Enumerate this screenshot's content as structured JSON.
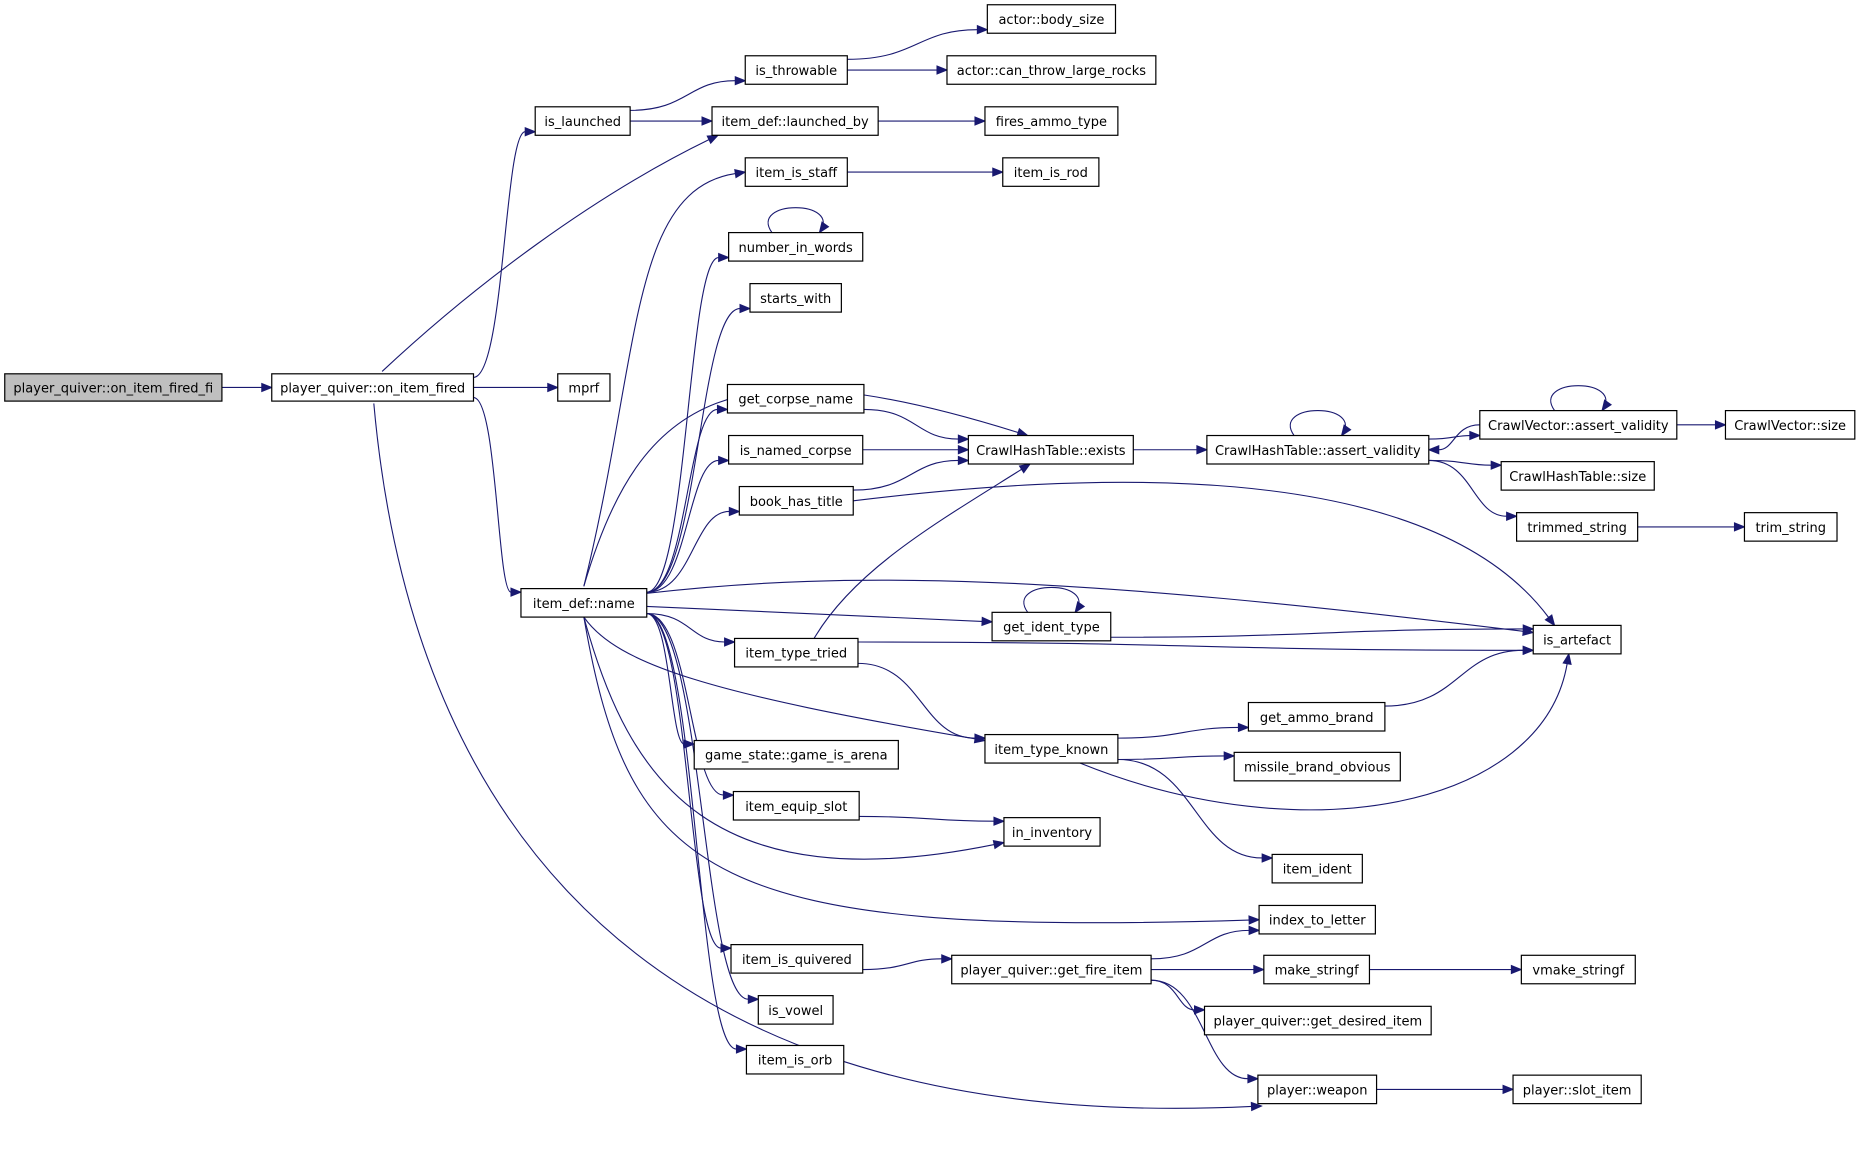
{
  "graph": {
    "nodes": [
      {
        "id": "root",
        "label": "player_quiver::on_item_fired_fi"
      },
      {
        "id": "on_item_fired",
        "label": "player_quiver::on_item_fired"
      },
      {
        "id": "mprf",
        "label": "mprf"
      },
      {
        "id": "is_launched",
        "label": "is_launched"
      },
      {
        "id": "is_throwable",
        "label": "is_throwable"
      },
      {
        "id": "body_size",
        "label": "actor::body_size"
      },
      {
        "id": "can_throw",
        "label": "actor::can_throw_large_rocks"
      },
      {
        "id": "launched_by",
        "label": "item_def::launched_by"
      },
      {
        "id": "fires_ammo",
        "label": "fires_ammo_type"
      },
      {
        "id": "item_is_staff",
        "label": "item_is_staff"
      },
      {
        "id": "item_is_rod",
        "label": "item_is_rod"
      },
      {
        "id": "number_in_words",
        "label": "number_in_words"
      },
      {
        "id": "starts_with",
        "label": "starts_with"
      },
      {
        "id": "get_corpse_name",
        "label": "get_corpse_name"
      },
      {
        "id": "is_named_corpse",
        "label": "is_named_corpse"
      },
      {
        "id": "book_has_title",
        "label": "book_has_title"
      },
      {
        "id": "hash_exists",
        "label": "CrawlHashTable::exists"
      },
      {
        "id": "hash_assert",
        "label": "CrawlHashTable::assert_validity"
      },
      {
        "id": "vec_assert",
        "label": "CrawlVector::assert_validity"
      },
      {
        "id": "vec_size",
        "label": "CrawlVector::size"
      },
      {
        "id": "hash_size",
        "label": "CrawlHashTable::size"
      },
      {
        "id": "trimmed_string",
        "label": "trimmed_string"
      },
      {
        "id": "trim_string",
        "label": "trim_string"
      },
      {
        "id": "item_name",
        "label": "item_def::name"
      },
      {
        "id": "get_ident_type",
        "label": "get_ident_type"
      },
      {
        "id": "is_artefact",
        "label": "is_artefact"
      },
      {
        "id": "item_type_tried",
        "label": "item_type_tried"
      },
      {
        "id": "get_ammo_brand",
        "label": "get_ammo_brand"
      },
      {
        "id": "game_is_arena",
        "label": "game_state::game_is_arena"
      },
      {
        "id": "item_type_known",
        "label": "item_type_known"
      },
      {
        "id": "missile_brand",
        "label": "missile_brand_obvious"
      },
      {
        "id": "item_equip_slot",
        "label": "item_equip_slot"
      },
      {
        "id": "in_inventory",
        "label": "in_inventory"
      },
      {
        "id": "item_ident",
        "label": "item_ident"
      },
      {
        "id": "index_to_letter",
        "label": "index_to_letter"
      },
      {
        "id": "item_is_quivered",
        "label": "item_is_quivered"
      },
      {
        "id": "get_fire_item",
        "label": "player_quiver::get_fire_item"
      },
      {
        "id": "make_stringf",
        "label": "make_stringf"
      },
      {
        "id": "vmake_stringf",
        "label": "vmake_stringf"
      },
      {
        "id": "get_desired_item",
        "label": "player_quiver::get_desired_item"
      },
      {
        "id": "is_vowel",
        "label": "is_vowel"
      },
      {
        "id": "item_is_orb",
        "label": "item_is_orb"
      },
      {
        "id": "weapon",
        "label": "player::weapon"
      },
      {
        "id": "slot_item",
        "label": "player::slot_item"
      }
    ],
    "edges": [
      [
        "root",
        "on_item_fired"
      ],
      [
        "on_item_fired",
        "mprf"
      ],
      [
        "on_item_fired",
        "is_launched"
      ],
      [
        "on_item_fired",
        "launched_by"
      ],
      [
        "on_item_fired",
        "item_name"
      ],
      [
        "on_item_fired",
        "weapon"
      ],
      [
        "is_launched",
        "is_throwable"
      ],
      [
        "is_launched",
        "launched_by"
      ],
      [
        "is_throwable",
        "body_size"
      ],
      [
        "is_throwable",
        "can_throw"
      ],
      [
        "launched_by",
        "fires_ammo"
      ],
      [
        "item_is_staff",
        "item_is_rod"
      ],
      [
        "number_in_words",
        "number_in_words"
      ],
      [
        "item_name",
        "item_is_staff"
      ],
      [
        "item_name",
        "number_in_words"
      ],
      [
        "item_name",
        "starts_with"
      ],
      [
        "item_name",
        "hash_exists"
      ],
      [
        "item_name",
        "get_corpse_name"
      ],
      [
        "item_name",
        "is_named_corpse"
      ],
      [
        "item_name",
        "book_has_title"
      ],
      [
        "item_name",
        "is_artefact"
      ],
      [
        "item_name",
        "get_ident_type"
      ],
      [
        "item_name",
        "item_type_tried"
      ],
      [
        "item_name",
        "item_type_known"
      ],
      [
        "item_name",
        "game_is_arena"
      ],
      [
        "item_name",
        "item_equip_slot"
      ],
      [
        "item_name",
        "in_inventory"
      ],
      [
        "item_name",
        "index_to_letter"
      ],
      [
        "item_name",
        "item_is_quivered"
      ],
      [
        "item_name",
        "is_vowel"
      ],
      [
        "item_name",
        "item_is_orb"
      ],
      [
        "get_corpse_name",
        "hash_exists"
      ],
      [
        "is_named_corpse",
        "hash_exists"
      ],
      [
        "book_has_title",
        "hash_exists"
      ],
      [
        "book_has_title",
        "is_artefact"
      ],
      [
        "hash_exists",
        "hash_assert"
      ],
      [
        "hash_assert",
        "hash_assert"
      ],
      [
        "hash_assert",
        "vec_assert"
      ],
      [
        "hash_assert",
        "hash_size"
      ],
      [
        "hash_assert",
        "trimmed_string"
      ],
      [
        "vec_assert",
        "vec_assert"
      ],
      [
        "vec_assert",
        "hash_assert"
      ],
      [
        "vec_assert",
        "vec_size"
      ],
      [
        "trimmed_string",
        "trim_string"
      ],
      [
        "get_ident_type",
        "get_ident_type"
      ],
      [
        "get_ident_type",
        "is_artefact"
      ],
      [
        "item_type_tried",
        "is_artefact"
      ],
      [
        "item_type_tried",
        "hash_exists"
      ],
      [
        "item_type_tried",
        "item_type_known"
      ],
      [
        "item_type_known",
        "get_ammo_brand"
      ],
      [
        "item_type_known",
        "missile_brand"
      ],
      [
        "item_type_known",
        "is_artefact"
      ],
      [
        "item_type_known",
        "item_ident"
      ],
      [
        "get_ammo_brand",
        "is_artefact"
      ],
      [
        "item_equip_slot",
        "in_inventory"
      ],
      [
        "item_is_quivered",
        "get_fire_item"
      ],
      [
        "get_fire_item",
        "index_to_letter"
      ],
      [
        "get_fire_item",
        "make_stringf"
      ],
      [
        "get_fire_item",
        "get_desired_item"
      ],
      [
        "get_fire_item",
        "weapon"
      ],
      [
        "make_stringf",
        "vmake_stringf"
      ],
      [
        "weapon",
        "slot_item"
      ]
    ]
  }
}
